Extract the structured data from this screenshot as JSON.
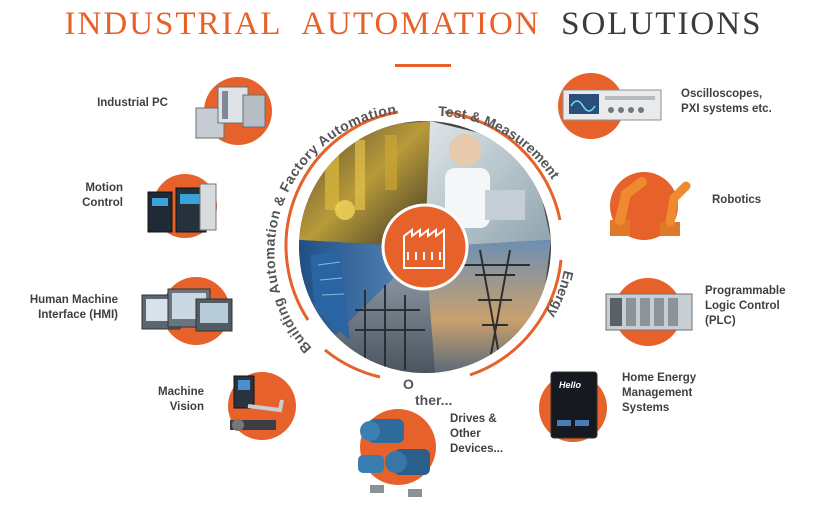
{
  "title": {
    "word1": "INDUSTRIAL",
    "word2": "AUTOMATION",
    "word3": "SOLUTIONS"
  },
  "ring_labels": {
    "factory": "Building Automation & Factory Automation",
    "test": "Test & Measurement",
    "energy": "Energy",
    "others_o": "O",
    "others_rest": "ther..."
  },
  "items_left": [
    {
      "label_1": "Industrial PC"
    },
    {
      "label_1": "Motion",
      "label_2": "Control"
    },
    {
      "label_1": "Human Machine",
      "label_2": "Interface (HMI)"
    },
    {
      "label_1": "Machine",
      "label_2": "Vision"
    }
  ],
  "items_right": [
    {
      "label_1": "Oscilloscopes,",
      "label_2": "PXI systems etc."
    },
    {
      "label_1": "Robotics"
    },
    {
      "label_1": "Programmable",
      "label_2": "Logic Control",
      "label_3": "(PLC)"
    },
    {
      "label_1": "Home Energy",
      "label_2": "Management",
      "label_3": "Systems"
    }
  ],
  "item_bottom": {
    "label_1": "Drives &",
    "label_2": "Other",
    "label_3": "Devices..."
  },
  "hems_screen_text": "Hello",
  "colors": {
    "accent": "#e6622a",
    "text": "#3f3f3f",
    "ring": "#e6622a"
  },
  "icons": [
    "factory-icon",
    "industrial-pc-icon",
    "motion-control-icon",
    "hmi-icon",
    "machine-vision-icon",
    "oscilloscope-icon",
    "robotics-icon",
    "plc-icon",
    "hems-icon",
    "drives-icon"
  ]
}
